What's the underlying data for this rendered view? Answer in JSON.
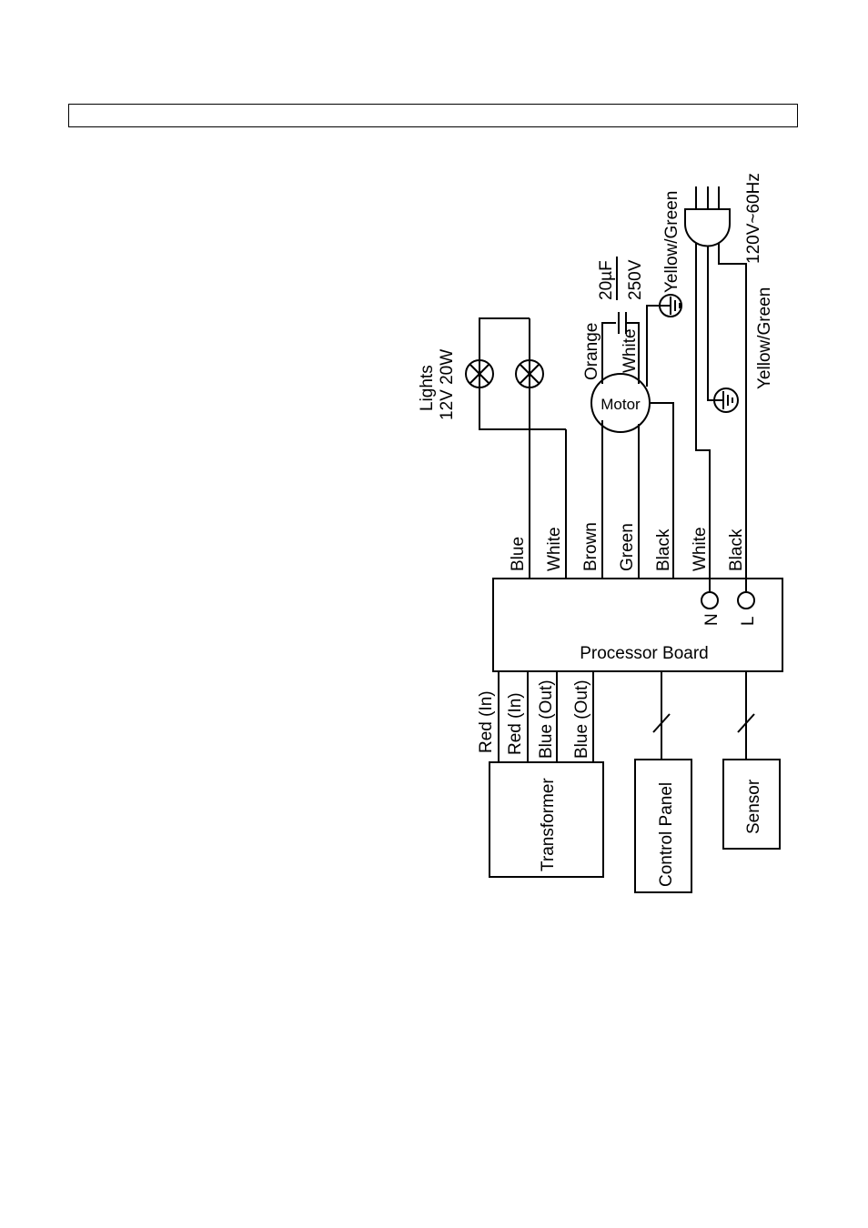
{
  "header": {
    "title": ""
  },
  "diagram": {
    "blocks": {
      "processor_board": "Processor Board",
      "transformer": "Transformer",
      "control_panel": "Control Panel",
      "sensor": "Sensor",
      "motor": "Motor"
    },
    "lights": {
      "line1": "Lights",
      "line2": "12V 20W"
    },
    "capacitor": {
      "value": "20µF",
      "voltage": "250V"
    },
    "power": {
      "rating": "120V~60Hz"
    },
    "terminals": {
      "n": "N",
      "l": "L"
    },
    "wires": {
      "blue": "Blue",
      "white_lights": "White",
      "brown": "Brown",
      "green": "Green",
      "black_motor": "Black",
      "white_power": "White",
      "black_power": "Black",
      "orange": "Orange",
      "white_motor": "White",
      "yellow_green_motor": "Yellow/Green",
      "yellow_green_power": "Yellow/Green",
      "red_in_1": "Red (In)",
      "red_in_2": "Red (In)",
      "blue_out_1": "Blue (Out)",
      "blue_out_2": "Blue (Out)"
    }
  }
}
